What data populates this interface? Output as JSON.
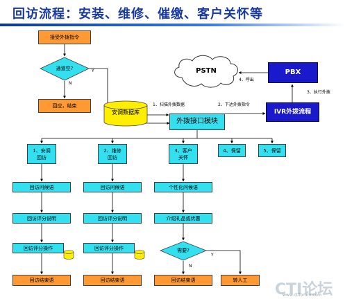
{
  "title": "回访流程：安装、维修、催缴、客户关怀等",
  "nodes": {
    "receive": "接受外拨指令",
    "channel_free": "通道空?",
    "reply_end": "回应，结束",
    "database": "安调数据库",
    "outbound_module": "外拨接口模块",
    "ivr": "IVR外拨流程",
    "pbx": "PBX",
    "pstn": "PSTN",
    "col1": "1、安调回访",
    "col2": "2、维修回访",
    "col3": "3、客户关怀",
    "col4": "4、保留",
    "col5": "5、保留",
    "greet1": "回访问候语",
    "greet2": "回访问候语",
    "greet3": "个性化问候语",
    "explain1": "回访评分说明",
    "explain2": "回访评分说明",
    "gift": "介绍礼品或优惠",
    "score1": "回访评分操作",
    "score2": "回访评分操作",
    "need": "需要?",
    "end1": "回访结束语",
    "end2": "回访结束语",
    "end3": "回访结束语",
    "agent": "转人工"
  },
  "labels": {
    "yes": "Y",
    "no": "N",
    "scan": "1、扫描外拨数据",
    "issue": "2、下达外拨指令",
    "execute": "3、执行外拨",
    "call_out": "4、呼出"
  },
  "watermark": {
    "brand_cti": "CTI",
    "brand_cn": "论坛",
    "site": "www.ctiforum.com"
  },
  "colors": {
    "process": "#33e0f0",
    "start_end": "#ff9933",
    "ivr": "#1a1acc",
    "database": "#ffee00",
    "title": "#1a3a9e"
  }
}
